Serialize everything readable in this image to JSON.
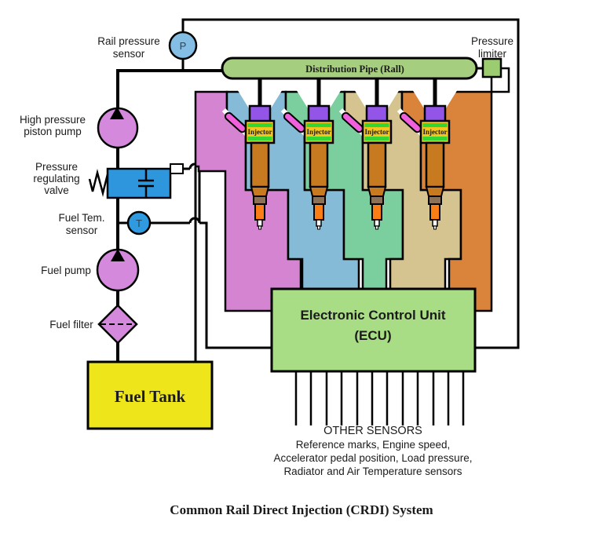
{
  "diagram_title": "Common Rail Direct Injection (CRDI) System",
  "labels": {
    "rail_pressure_sensor": {
      "line1": "Rail pressure",
      "line2": "sensor",
      "symbol": "P"
    },
    "high_pressure_pump": {
      "line1": "High pressure",
      "line2": "piston pump"
    },
    "regulating_valve": {
      "line1": "Pressure",
      "line2": "regulating",
      "line3": "valve"
    },
    "fuel_temp_sensor": {
      "line1": "Fuel Tem.",
      "line2": "sensor",
      "symbol": "T"
    },
    "fuel_pump": "Fuel pump",
    "fuel_filter": "Fuel filter",
    "fuel_tank": "Fuel Tank",
    "pressure_limiter": {
      "line1": "Pressure",
      "line2": "limiter"
    },
    "rail": "Distribution Pipe (Rall)",
    "injector": "Injector",
    "ecu": {
      "line1": "Electronic Control Unit",
      "line2": "(ECU)"
    },
    "other_sensors": {
      "line1": "OTHER SENSORS",
      "line2": "Reference marks, Engine speed,",
      "line3": "Accelerator pedal position, Load pressure,",
      "line4": "Radiator and Air Temperature sensors"
    }
  },
  "colors": {
    "region_injector1": "#D584D2",
    "region_injector2": "#85BBD6",
    "region_injector3": "#7BCF9E",
    "region_injector4": "#D5C48F",
    "region_limiter": "#D9833B",
    "rail": "#A5CE7E",
    "ecu": "#A9DD85",
    "limiter": "#9CCC70",
    "tank": "#EEE61B",
    "pump": "#D589DC",
    "valve": "#2E96DC",
    "temp_sensor": "#2F9ADF",
    "pressure_sensor": "#85BEE4",
    "injector_cap": "#9355E8",
    "injector_body": "#F3C51D",
    "injector_band": "#33D633",
    "injector_barrel": "#C87A20",
    "injector_collar": "#8D7156",
    "injector_tip": "#FB7D15",
    "stub": "#F060DC"
  }
}
